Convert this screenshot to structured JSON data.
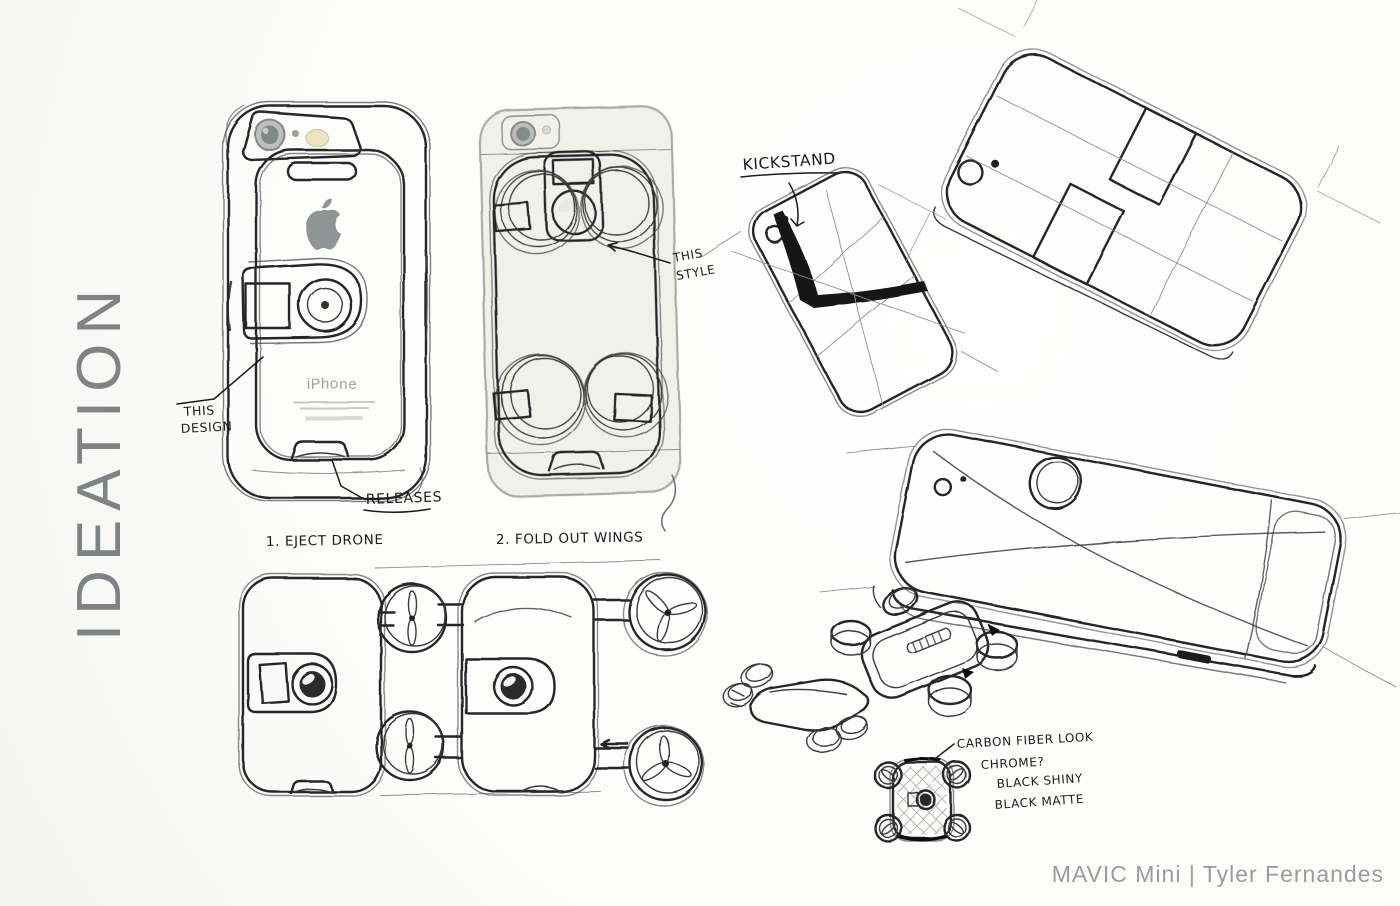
{
  "page": {
    "title": "IDEATION",
    "footer": "MAVIC Mini | Tyler Fernandes",
    "paper_color": "#fdfdfb",
    "ink_color": "#26262a",
    "title_color": "#7e8385",
    "footer_color": "#9b9b9b"
  },
  "phone": {
    "brand_label": "iPhone"
  },
  "annotations": {
    "kickstand": "KICKSTAND",
    "this_design_1": "THIS",
    "this_design_2": "DESIGN",
    "releases": "RELEASES",
    "step_1": "1. EJECT DRONE",
    "step_2": "2. FOLD OUT WINGS",
    "this_style_1": "THIS",
    "this_style_2": "STYLE",
    "finish_1": "CARBON FIBER LOOK",
    "finish_2": "CHROME?",
    "finish_3": "BLACK SHINY",
    "finish_4": "BLACK MATTE"
  }
}
